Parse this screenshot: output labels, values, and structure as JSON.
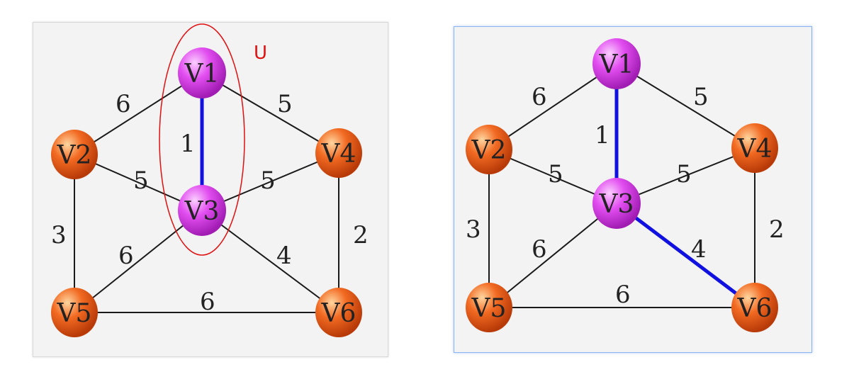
{
  "colors": {
    "edge": "#1a1a1a",
    "selected_edge": "#1010e0",
    "selected_node": "#e040e8",
    "unselected_node": "#f06020",
    "u_circle": "#e01010"
  },
  "left": {
    "u_label": "U",
    "nodes": {
      "V1": "V1",
      "V2": "V2",
      "V3": "V3",
      "V4": "V4",
      "V5": "V5",
      "V6": "V6"
    },
    "weights": {
      "v1v2": "6",
      "v1v4": "5",
      "v1v3": "1",
      "v2v3": "5",
      "v3v4": "5",
      "v2v5": "3",
      "v4v6": "2",
      "v3v5": "6",
      "v3v6": "4",
      "v5v6": "6"
    }
  },
  "right": {
    "nodes": {
      "V1": "V1",
      "V2": "V2",
      "V3": "V3",
      "V4": "V4",
      "V5": "V5",
      "V6": "V6"
    },
    "weights": {
      "v1v2": "6",
      "v1v4": "5",
      "v1v3": "1",
      "v2v3": "5",
      "v3v4": "5",
      "v2v5": "3",
      "v4v6": "2",
      "v3v5": "6",
      "v3v6": "4",
      "v5v6": "6"
    }
  }
}
